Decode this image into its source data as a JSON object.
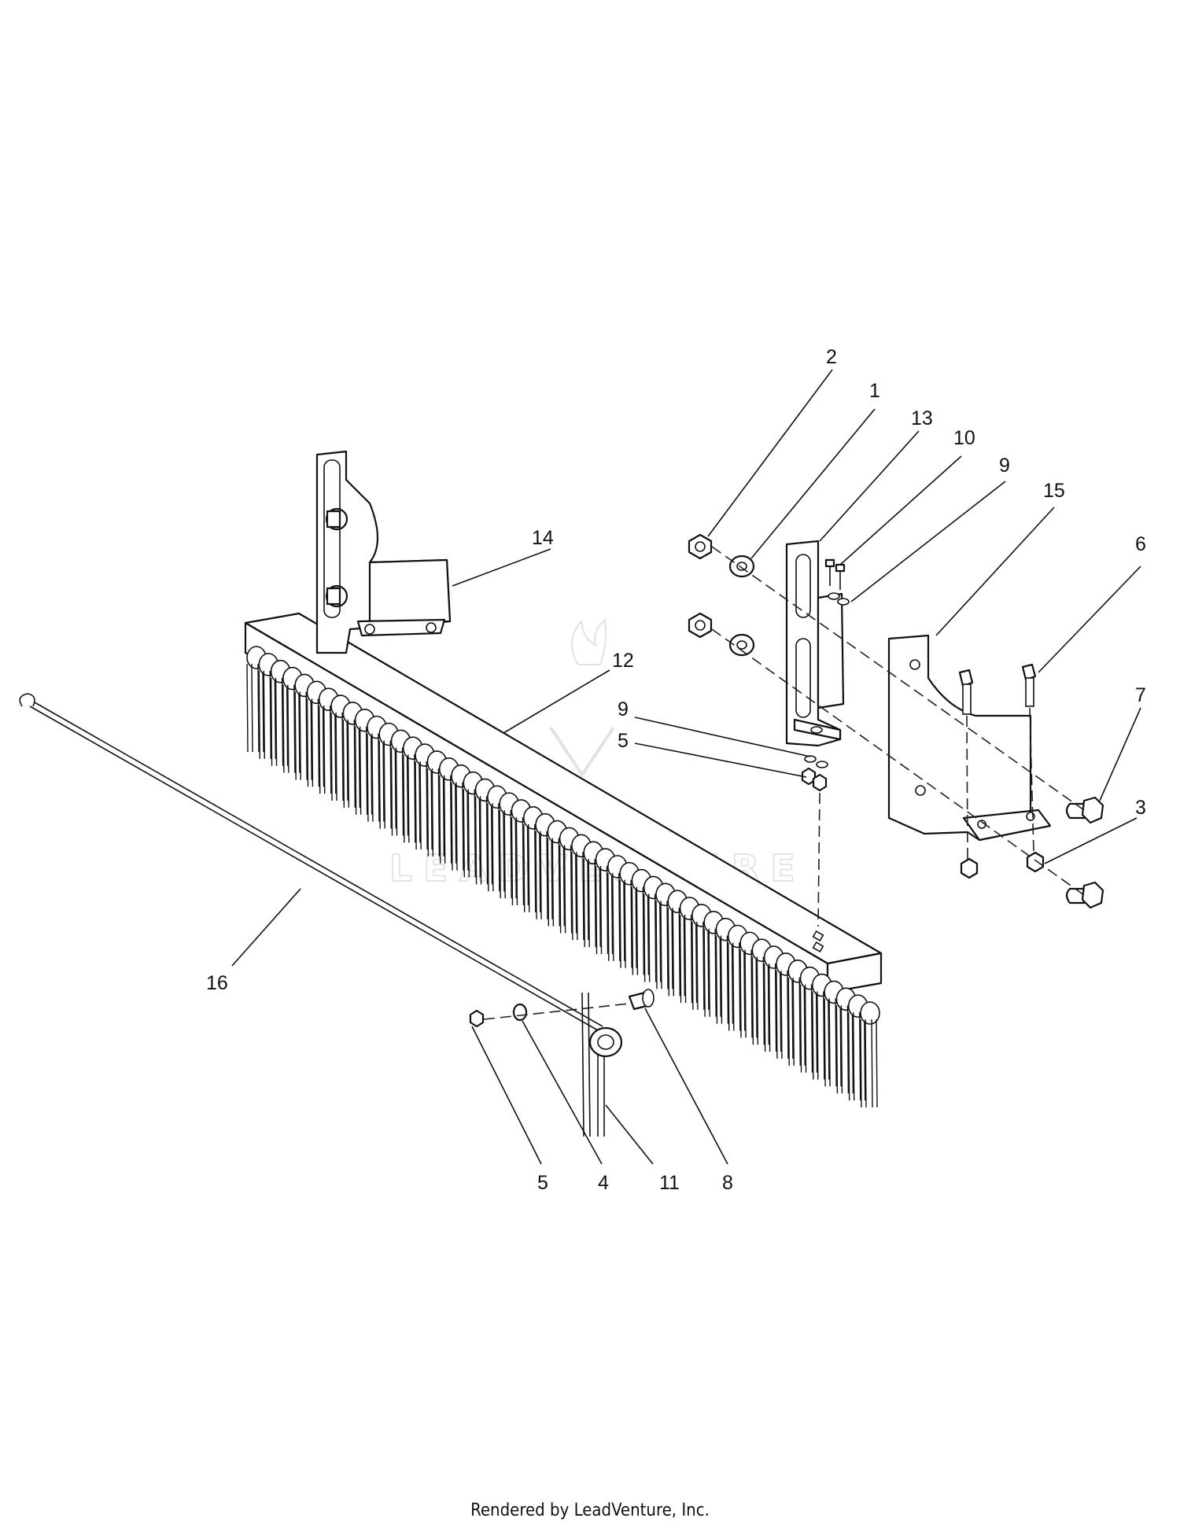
{
  "callouts": [
    {
      "id": "c2",
      "label": "2"
    },
    {
      "id": "c1",
      "label": "1"
    },
    {
      "id": "c13",
      "label": "13"
    },
    {
      "id": "c10",
      "label": "10"
    },
    {
      "id": "c9a",
      "label": "9"
    },
    {
      "id": "c15",
      "label": "15"
    },
    {
      "id": "c6",
      "label": "6"
    },
    {
      "id": "c14",
      "label": "14"
    },
    {
      "id": "c12",
      "label": "12"
    },
    {
      "id": "c9b",
      "label": "9"
    },
    {
      "id": "c5a",
      "label": "5"
    },
    {
      "id": "c7",
      "label": "7"
    },
    {
      "id": "c3",
      "label": "3"
    },
    {
      "id": "c16",
      "label": "16"
    },
    {
      "id": "c5b",
      "label": "5"
    },
    {
      "id": "c4",
      "label": "4"
    },
    {
      "id": "c11",
      "label": "11"
    },
    {
      "id": "c8",
      "label": "8"
    }
  ],
  "watermark": "LEADVENTURE",
  "footer": "Rendered by LeadVenture, Inc."
}
